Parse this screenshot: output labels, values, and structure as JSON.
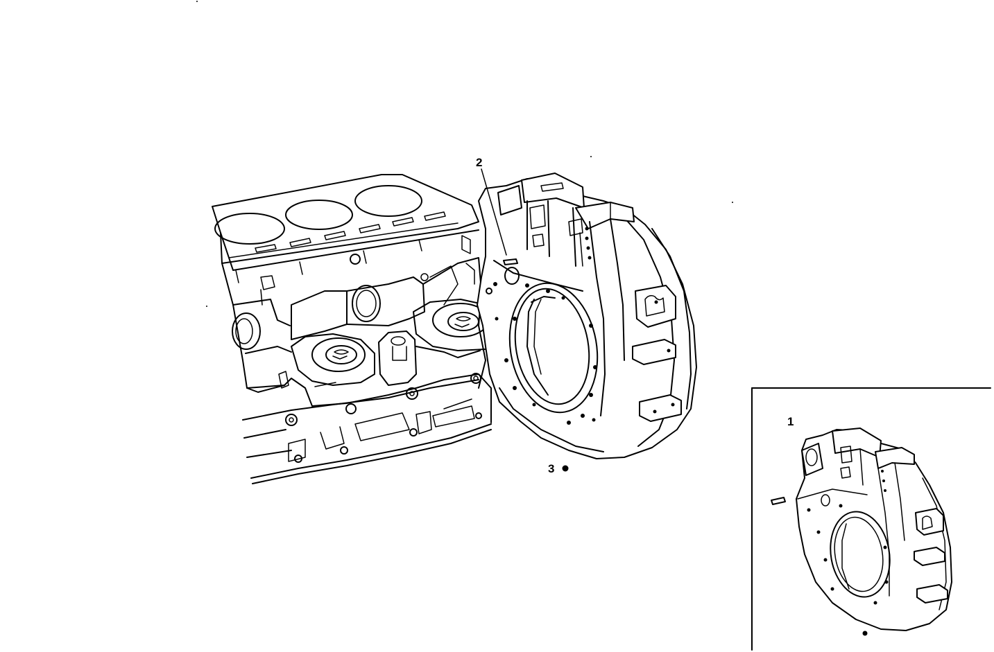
{
  "callouts": {
    "main_pin": "2",
    "main_housing": "3",
    "inset_assembly": "1"
  }
}
